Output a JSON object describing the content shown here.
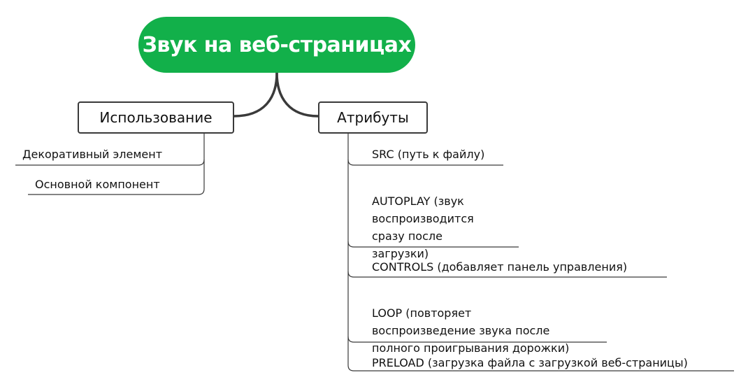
{
  "root": {
    "title": "Звук на веб-страницах",
    "color": "#12b04a"
  },
  "branches": {
    "usage": {
      "label": "Использование",
      "leaves": [
        "Декоративный элемент",
        "Основной компонент"
      ]
    },
    "attributes": {
      "label": "Атрибуты",
      "leaves": [
        "SRC (путь к файлу)",
        "AUTOPLAY (звук\nвоспроизводится\nсразу после\nзагрузки)",
        "CONTROLS (добавляет панель управления)",
        "LOOP (повторяет\nвоспроизведение звука после\nполного проигрывания дорожки)",
        "PRELOAD (загрузка файла с загрузкой веб-страницы)"
      ]
    }
  },
  "connector_color": "#3a3a3a"
}
